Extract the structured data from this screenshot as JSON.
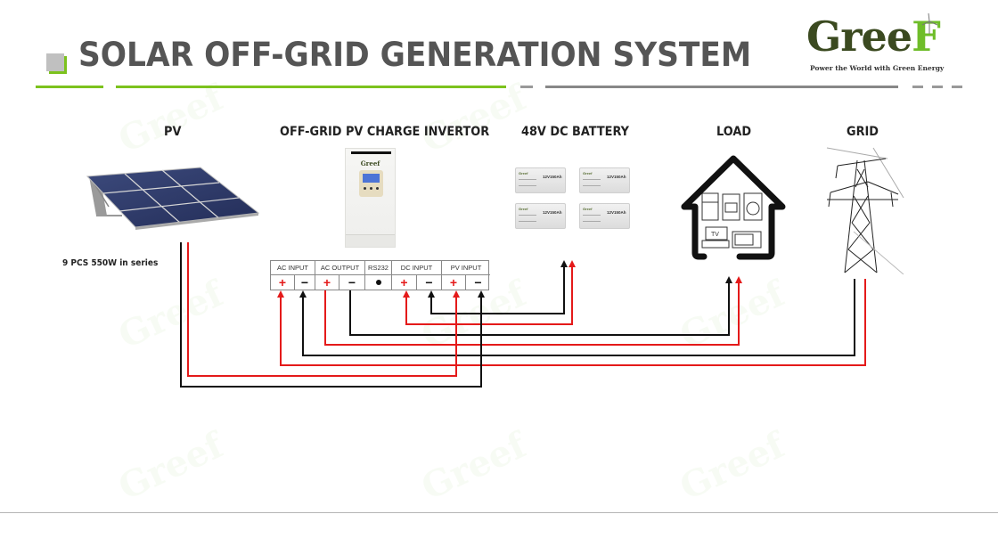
{
  "header": {
    "title": "SOLAR OFF-GRID GENERATION SYSTEM",
    "accent_color": "#7cc21d",
    "rule_color": "#888888"
  },
  "logo": {
    "word_main": "Gree",
    "word_accent": "F",
    "tagline": "Power the World with Green Energy"
  },
  "sections": {
    "pv": {
      "label": "PV",
      "note": "9 PCS 550W  in series"
    },
    "inverter": {
      "label": "OFF-GRID PV CHARGE INVERTOR",
      "brand": "Greef"
    },
    "battery": {
      "label": "48V DC BATTERY",
      "unit_label": "12V150Ah",
      "unit_brand": "Greef",
      "count": 4
    },
    "load": {
      "label": "LOAD",
      "tv_label": "TV"
    },
    "grid": {
      "label": "GRID"
    }
  },
  "terminal_strip": {
    "groups": [
      {
        "name": "AC INPUT",
        "terminals": [
          "+",
          "−"
        ]
      },
      {
        "name": "AC OUTPUT",
        "terminals": [
          "+",
          "−"
        ]
      },
      {
        "name": "RS232",
        "terminals": [
          "●"
        ]
      },
      {
        "name": "DC INPUT",
        "terminals": [
          "+",
          "−"
        ]
      },
      {
        "name": "PV INPUT",
        "terminals": [
          "+",
          "−"
        ]
      }
    ]
  },
  "wiring": [
    {
      "from": "AC INPUT +",
      "to": "GRID",
      "polarity": "positive",
      "color": "#e41a1a"
    },
    {
      "from": "AC INPUT −",
      "to": "GRID",
      "polarity": "negative",
      "color": "#111111"
    },
    {
      "from": "AC OUTPUT +",
      "to": "LOAD",
      "polarity": "positive",
      "color": "#e41a1a"
    },
    {
      "from": "AC OUTPUT −",
      "to": "LOAD",
      "polarity": "negative",
      "color": "#111111"
    },
    {
      "from": "DC INPUT +",
      "to": "48V DC BATTERY",
      "polarity": "positive",
      "color": "#e41a1a"
    },
    {
      "from": "DC INPUT −",
      "to": "48V DC BATTERY",
      "polarity": "negative",
      "color": "#111111"
    },
    {
      "from": "PV INPUT +",
      "to": "PV",
      "polarity": "positive",
      "color": "#e41a1a"
    },
    {
      "from": "PV INPUT −",
      "to": "PV",
      "polarity": "negative",
      "color": "#111111"
    }
  ]
}
